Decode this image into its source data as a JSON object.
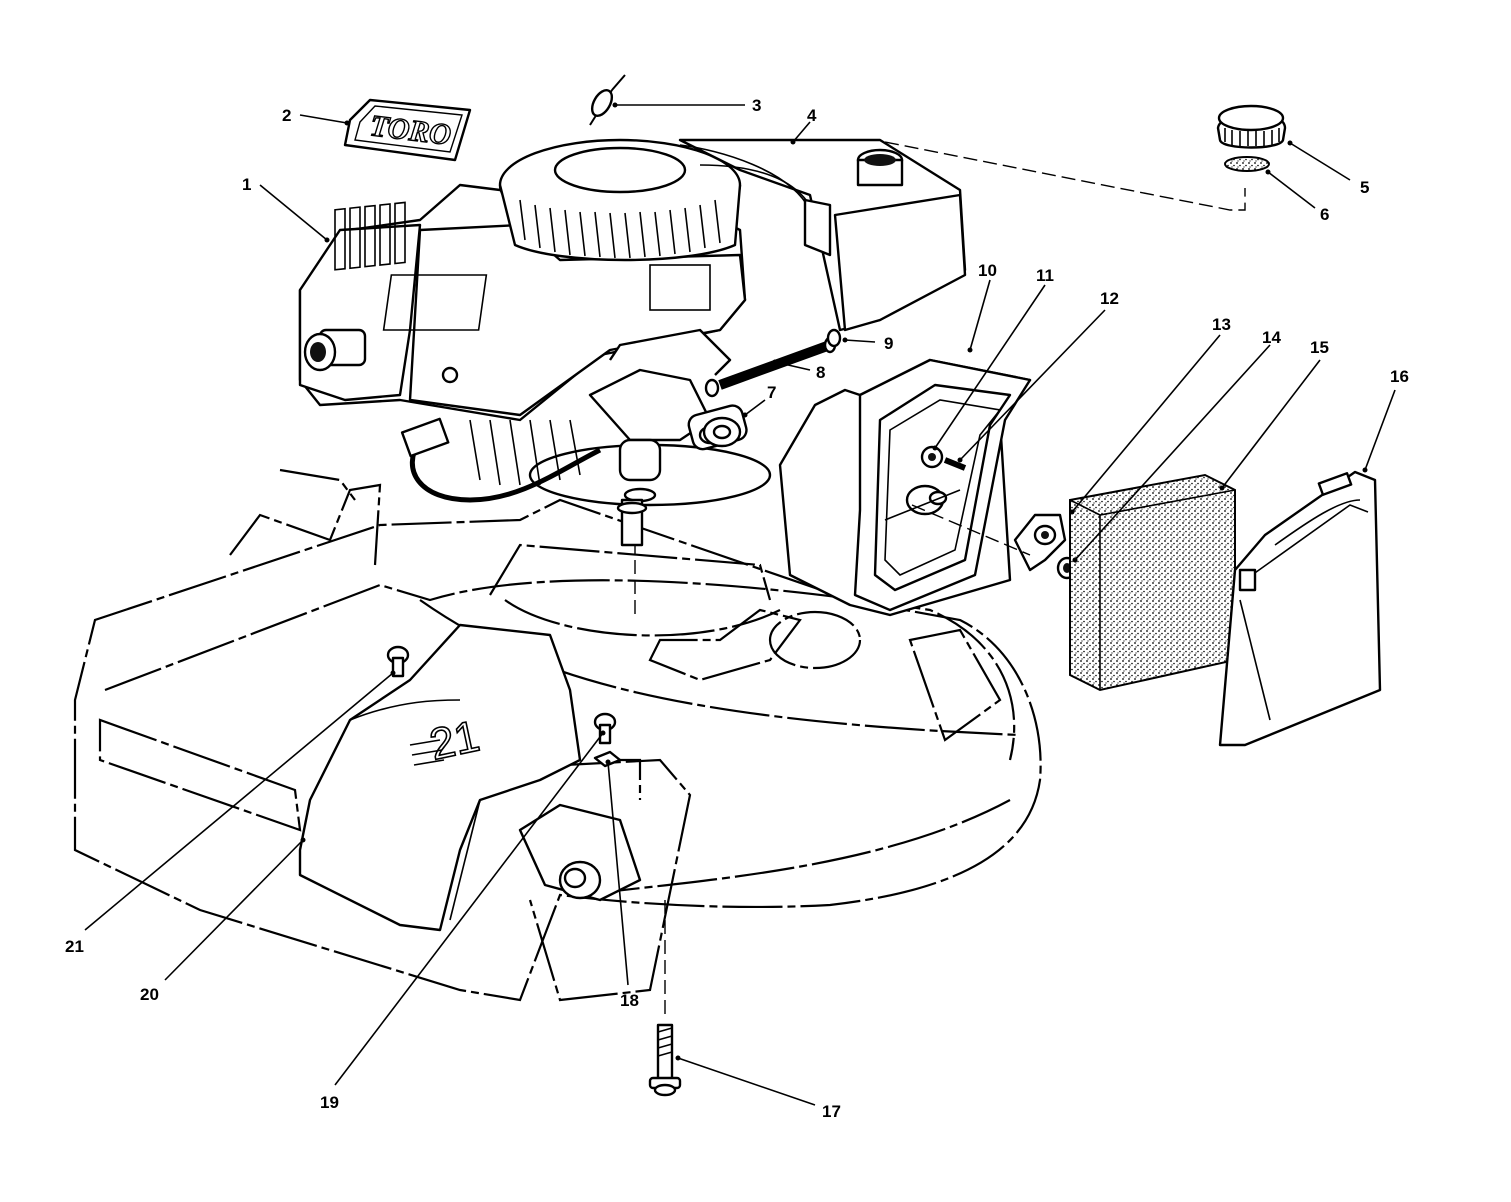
{
  "brand_logo_text": "TORO",
  "deck_size_marking": "21",
  "callouts": [
    {
      "id": "1",
      "label": "1"
    },
    {
      "id": "2",
      "label": "2"
    },
    {
      "id": "3",
      "label": "3"
    },
    {
      "id": "4",
      "label": "4"
    },
    {
      "id": "5",
      "label": "5"
    },
    {
      "id": "6",
      "label": "6"
    },
    {
      "id": "7",
      "label": "7"
    },
    {
      "id": "8",
      "label": "8"
    },
    {
      "id": "9",
      "label": "9"
    },
    {
      "id": "10",
      "label": "10"
    },
    {
      "id": "11",
      "label": "11"
    },
    {
      "id": "12",
      "label": "12"
    },
    {
      "id": "13",
      "label": "13"
    },
    {
      "id": "14",
      "label": "14"
    },
    {
      "id": "15",
      "label": "15"
    },
    {
      "id": "16",
      "label": "16"
    },
    {
      "id": "17",
      "label": "17"
    },
    {
      "id": "18",
      "label": "18"
    },
    {
      "id": "19",
      "label": "19"
    },
    {
      "id": "20",
      "label": "20"
    },
    {
      "id": "21",
      "label": "21"
    }
  ],
  "colors": {
    "ink": "#000000",
    "paper": "#ffffff"
  }
}
